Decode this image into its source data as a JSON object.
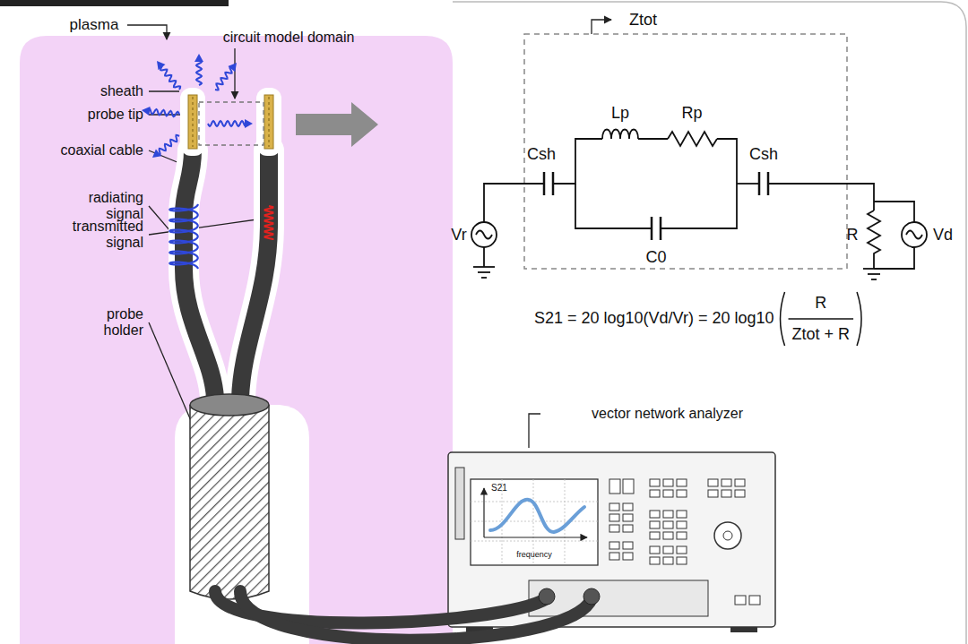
{
  "diagram": {
    "labels": [
      "plasma",
      "circuit model domain",
      "sheath",
      "probe tip",
      "coaxial cable",
      "radiating signal",
      "transmitted signal",
      "probe holder",
      "Ztot",
      "Csh",
      "Lp",
      "Rp",
      "Csh",
      "Vr",
      "C0",
      "R",
      "Vd",
      "S21 = 20 log10(Vd/Vr) = 20 log10",
      "R",
      "Ztot + R",
      "vector network analyzer",
      "S21",
      "frequency"
    ]
  }
}
